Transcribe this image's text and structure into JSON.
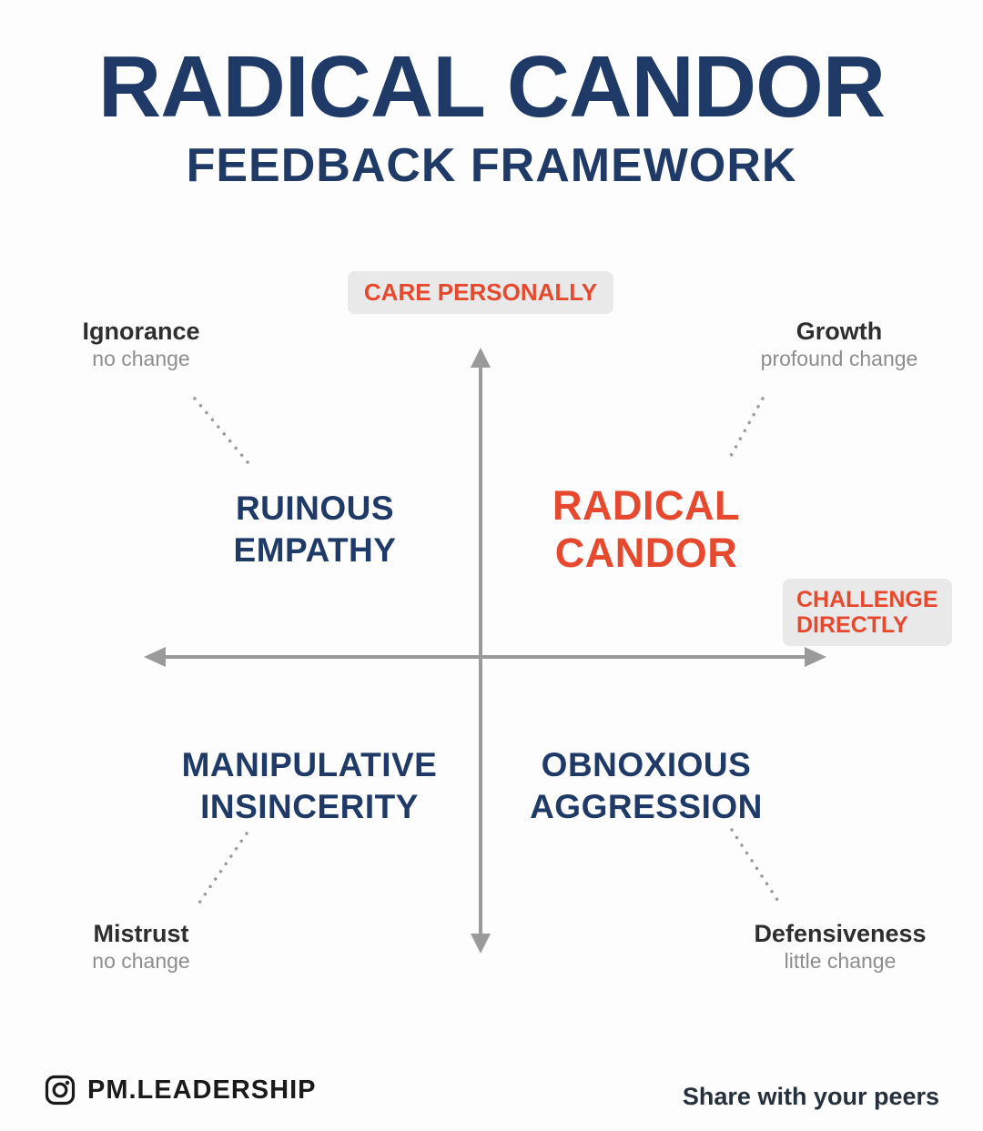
{
  "header": {
    "title": "RADICAL CANDOR",
    "subtitle": "FEEDBACK FRAMEWORK"
  },
  "axes": {
    "y_axis_label": "CARE PERSONALLY",
    "x_axis_label_line1": "CHALLENGE",
    "x_axis_label_line2": "DIRECTLY"
  },
  "quadrants": {
    "top_left": {
      "line1": "RUINOUS",
      "line2": "EMPATHY"
    },
    "top_right": {
      "line1": "RADICAL",
      "line2": "CANDOR"
    },
    "bottom_left": {
      "line1": "MANIPULATIVE",
      "line2": "INSINCERITY"
    },
    "bottom_right": {
      "line1": "OBNOXIOUS",
      "line2": "AGGRESSION"
    }
  },
  "outcomes": {
    "top_left": {
      "title": "Ignorance",
      "subtitle": "no change"
    },
    "top_right": {
      "title": "Growth",
      "subtitle": "profound change"
    },
    "bottom_left": {
      "title": "Mistrust",
      "subtitle": "no change"
    },
    "bottom_right": {
      "title": "Defensiveness",
      "subtitle": "little change"
    }
  },
  "footer": {
    "handle_icon": "instagram-icon",
    "handle": "PM.LEADERSHIP",
    "share_text": "Share with your peers"
  },
  "colors": {
    "navy": "#1f3a66",
    "orange": "#e6492d",
    "axis_gray": "#9a9a9a",
    "badge_background": "#e9e9e9",
    "muted_text": "#8d8d8d"
  }
}
